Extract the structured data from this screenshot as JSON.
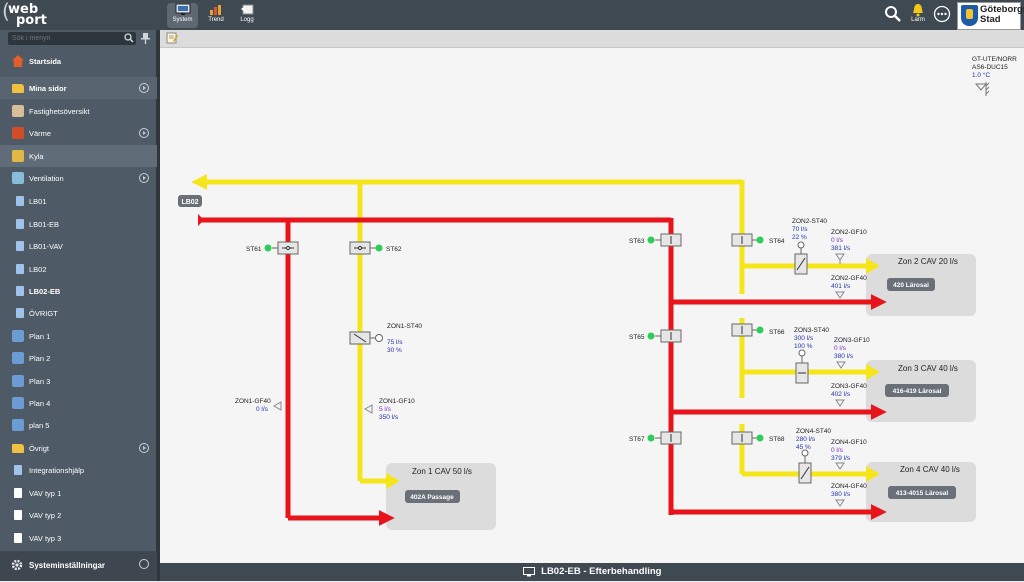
{
  "app": {
    "logo": [
      "web",
      "port"
    ],
    "nav": [
      {
        "label": "System",
        "icon": "monitor-icon",
        "active": true
      },
      {
        "label": "Trend",
        "icon": "trend-icon",
        "active": false
      },
      {
        "label": "Logg",
        "icon": "log-icon",
        "active": false
      }
    ],
    "alarm_label": "Larm",
    "org_name": [
      "Göteborgs",
      "Stad"
    ]
  },
  "sidebar": {
    "search_placeholder": "Sök i menyn",
    "items": [
      {
        "label": "Startsida",
        "icon": "house-icon",
        "level": 0,
        "bold": true
      },
      {
        "label": "Mina sidor",
        "icon": "folder-icon",
        "level": 0,
        "bold": true,
        "expand": true
      },
      {
        "label": "Fastighetsöversikt",
        "icon": "building-icon",
        "level": 1
      },
      {
        "label": "Värme",
        "icon": "heat-icon",
        "level": 1,
        "expand": true
      },
      {
        "label": "Kyla",
        "icon": "cooling-icon",
        "level": 1
      },
      {
        "label": "Ventilation",
        "icon": "ventilation-icon",
        "level": 1,
        "expand": true
      },
      {
        "label": "LB01",
        "icon": "page-icon",
        "level": 2
      },
      {
        "label": "LB01-EB",
        "icon": "page-icon",
        "level": 2
      },
      {
        "label": "LB01-VAV",
        "icon": "page-icon",
        "level": 2
      },
      {
        "label": "LB02",
        "icon": "page-icon",
        "level": 2
      },
      {
        "label": "LB02-EB",
        "icon": "page-icon",
        "level": 2,
        "bold": true
      },
      {
        "label": "ÖVRIGT",
        "icon": "page-icon",
        "level": 2
      },
      {
        "label": "Plan 1",
        "icon": "floorplan-icon",
        "level": 2
      },
      {
        "label": "Plan 2",
        "icon": "floorplan-icon",
        "level": 2
      },
      {
        "label": "Plan 3",
        "icon": "floorplan-icon",
        "level": 2
      },
      {
        "label": "Plan 4",
        "icon": "floorplan-icon",
        "level": 2
      },
      {
        "label": "plan 5",
        "icon": "floorplan-icon",
        "level": 2
      },
      {
        "label": "Övrigt",
        "icon": "folder-icon",
        "level": 1,
        "expand": true
      },
      {
        "label": "Integrationshjälp",
        "icon": "info-icon",
        "level": 1
      },
      {
        "label": "VAV typ 1",
        "icon": "document-icon",
        "level": 1
      },
      {
        "label": "VAV typ 2",
        "icon": "document-icon",
        "level": 1
      },
      {
        "label": "VAV typ 3",
        "icon": "document-icon",
        "level": 1
      }
    ],
    "settings_label": "Systeminställningar"
  },
  "page_title": "LB02-EB - Efterbehandling",
  "diagram": {
    "unit_badge": "LB02",
    "outdoor": {
      "name": "GT-UTE/NORR",
      "controller": "AS6-DUC15",
      "value": "1.0 °C"
    },
    "dampers": {
      "ST61": "ST61",
      "ST62": "ST62",
      "ST63": "ST63",
      "ST64": "ST64",
      "ST65": "ST65",
      "ST66": "ST66",
      "ST67": "ST67",
      "ST68": "ST68"
    },
    "zone1": {
      "st": "ZON1-ST40",
      "st_flow": "75 l/s",
      "st_pct": "30 %",
      "gf40": "ZON1-GF40",
      "gf40_val": "0 l/s",
      "gf10": "ZON1-GF10",
      "gf10_val": "5 l/s",
      "gf10_val2": "350 l/s",
      "title": "Zon 1 CAV 50 l/s",
      "room": "402A Passage"
    },
    "zone2": {
      "st": "ZON2-ST40",
      "st_flow": "70 l/s",
      "st_pct": "22 %",
      "gf10": "ZON2-GF10",
      "gf10_val": "0 l/s",
      "gf10_val2": "381 l/s",
      "gf40": "ZON2-GF40",
      "gf40_val": "401 l/s",
      "title": "Zon 2 CAV 20 l/s",
      "room": "420 Lärosal"
    },
    "zone3": {
      "st": "ZON3-ST40",
      "st_flow": "300 l/s",
      "st_pct": "100 %",
      "gf10": "ZON3-GF10",
      "gf10_val": "0 l/s",
      "gf10_val2": "380 l/s",
      "gf40": "ZON3-GF40",
      "gf40_val": "402 l/s",
      "title": "Zon 3 CAV 40 l/s",
      "room": "416-419 Lärosal"
    },
    "zone4": {
      "st": "ZON4-ST40",
      "st_flow": "280 l/s",
      "st_pct": "45 %",
      "gf10": "ZON4-GF10",
      "gf10_val": "0 l/s",
      "gf10_val2": "379 l/s",
      "gf40": "ZON4-GF40",
      "gf40_val": "380 l/s",
      "title": "Zon 4 CAV 40 l/s",
      "room": "413-4015 Lärosal"
    }
  },
  "colors": {
    "supply": "#e8141c",
    "exhaust": "#f5e61c",
    "status_ok": "#2ecc5b",
    "value_blue": "#2233aa",
    "value_purple": "#7d2fb0"
  }
}
